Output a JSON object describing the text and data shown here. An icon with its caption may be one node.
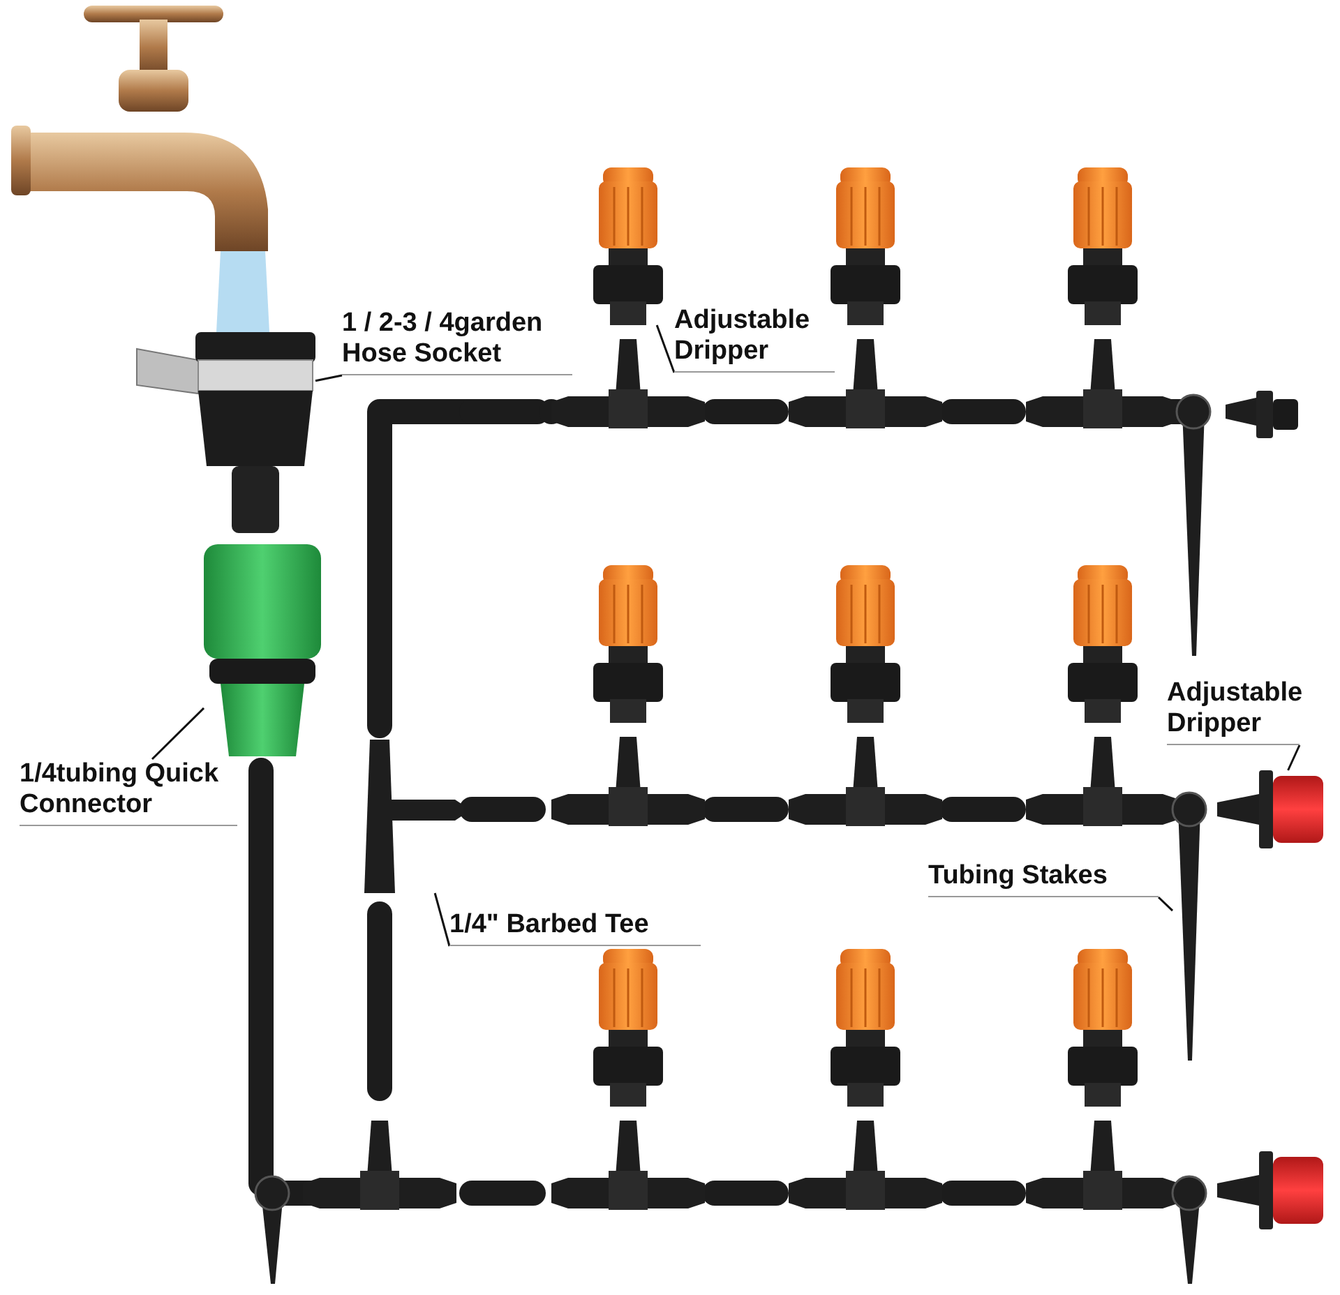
{
  "diagram": {
    "nodes": [
      {
        "text": [
          "1 / 2-3 / 4garden Hose Socket"
        ]
      },
      {
        "text": [],
        "shape": "picture"
      },
      {
        "text": [
          "Adjustable Dripper"
        ]
      },
      {
        "text": [],
        "shape": "picture"
      },
      {
        "text": [
          "1/4tubing Quick Connector"
        ]
      },
      {
        "text": [],
        "shape": "picture"
      },
      {
        "text": [
          "1/4\" Barbed Tee"
        ]
      },
      {
        "text": [],
        "shape": "picture"
      },
      {
        "text": [
          "Adjustable Dripper"
        ]
      },
      {
        "text": [],
        "shape": "picture"
      },
      {
        "text": [
          "Tubing Stakes"
        ]
      },
      {
        "text": [],
        "shape": "picture"
      }
    ],
    "edges": [
      {
        "from": 0,
        "to": 1,
        "arrow": "none"
      },
      {
        "from": 2,
        "to": 3,
        "arrow": "none"
      },
      {
        "from": 4,
        "to": 5,
        "arrow": "none"
      },
      {
        "from": 6,
        "to": 7,
        "arrow": "none"
      },
      {
        "from": 8,
        "to": 9,
        "arrow": "none"
      },
      {
        "from": 10,
        "to": 11,
        "arrow": "none"
      }
    ]
  }
}
